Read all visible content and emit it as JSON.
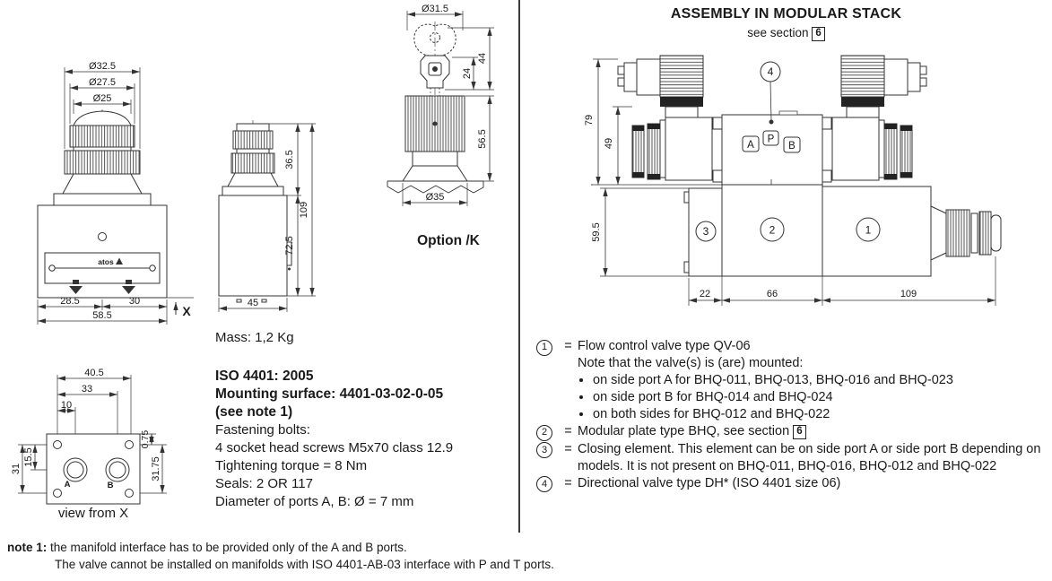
{
  "front_view": {
    "dim_knob_outer": "Ø32.5",
    "dim_knob_mid": "Ø27.5",
    "dim_knob_inner": "Ø25",
    "dim_left": "28.5",
    "dim_right": "30",
    "dim_total": "58.5",
    "axis_label": "X",
    "logo": "atos"
  },
  "view_x": {
    "dim_top1": "40.5",
    "dim_top2": "33",
    "dim_top3": "10",
    "dim_left_inner": "15.5",
    "dim_left_outer": "31",
    "dim_right_top": "0.75",
    "dim_right_outer": "31.75",
    "port_a": "A",
    "port_b": "B",
    "caption": "view from X"
  },
  "side_view": {
    "dim_knob": "36.5",
    "dim_body": "72.5",
    "dim_total": "109",
    "dim_width": "45",
    "mass": "Mass: 1,2 Kg"
  },
  "option_k": {
    "dim_top": "Ø31.5",
    "dim_key": "24",
    "dim_key_total": "44",
    "dim_body": "56.5",
    "dim_base": "Ø35",
    "title": "Option /K"
  },
  "iso_block": {
    "line1": "ISO 4401: 2005",
    "line2": "Mounting surface: 4401-03-02-0-05",
    "line3": "(see note 1)",
    "line4": "Fastening bolts:",
    "line5": "4 socket head screws M5x70 class 12.9",
    "line6": "Tightening torque = 8 Nm",
    "line7": "Seals: 2 OR 117",
    "line8": "Diameter of ports A, B: Ø = 7 mm"
  },
  "assembly": {
    "title": "ASSEMBLY IN MODULAR STACK",
    "subtitle": "see section",
    "section_ref": "6",
    "dims": {
      "h_total": "79",
      "h_solenoid": "49",
      "h_plate": "59.5",
      "w_closing": "22",
      "w_plate": "66",
      "w_valve": "109"
    },
    "ports": {
      "a": "A",
      "p": "P",
      "b": "B"
    },
    "callouts": {
      "c1": "1",
      "c2": "2",
      "c3": "3",
      "c4": "4"
    }
  },
  "legend": {
    "eq": "=",
    "items": [
      {
        "num": "1",
        "text": "Flow control valve type QV-06",
        "note": "Note that the valve(s) is (are) mounted:",
        "bullets": [
          "on side port A for BHQ-011, BHQ-013, BHQ-016 and BHQ-023",
          "on side port B for BHQ-014 and BHQ-024",
          "on both sides for BHQ-012 and BHQ-022"
        ]
      },
      {
        "num": "2",
        "text": "Modular plate type BHQ, see section",
        "ref": "6"
      },
      {
        "num": "3",
        "text": "Closing element. This element can be on side port A or side port B depending on models. It is not present on BHQ-011, BHQ-016, BHQ-012 and BHQ-022"
      },
      {
        "num": "4",
        "text": "Directional valve type DH* (ISO 4401 size 06)"
      }
    ]
  },
  "note": {
    "label": "note 1:",
    "line1": "the manifold interface has to be provided only of the A and B ports.",
    "line2": "The valve cannot be installed on manifolds with ISO 4401-AB-03 interface with P and T ports."
  },
  "colors": {
    "line": "#333333",
    "text": "#1a1a1a",
    "background": "#ffffff"
  }
}
